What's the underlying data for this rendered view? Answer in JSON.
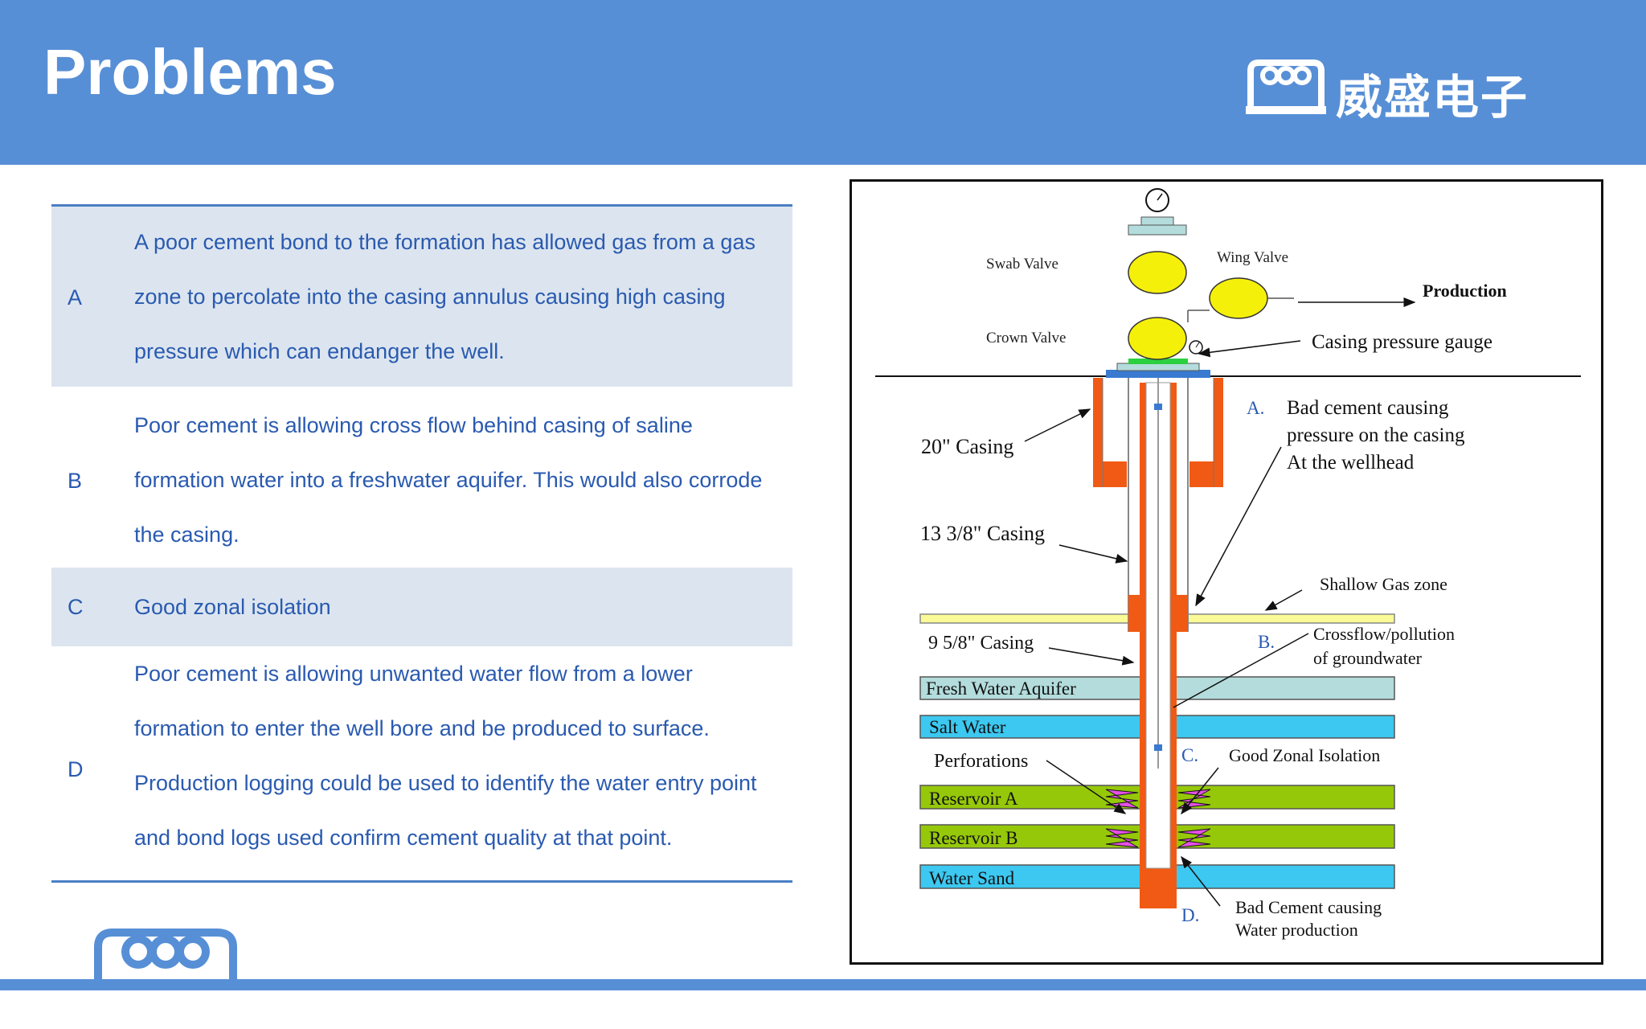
{
  "header": {
    "title": "Problems",
    "logo_text": "威盛电子"
  },
  "rows": [
    {
      "letter": "A",
      "text": "A poor cement bond to the formation has allowed gas from a gas zone to percolate into the casing annulus causing high casing pressure which can endanger the well."
    },
    {
      "letter": "B",
      "text": "Poor cement is allowing cross flow behind casing of saline formation water into a freshwater aquifer. This would also corrode the casing."
    },
    {
      "letter": "C",
      "text": "Good zonal isolation"
    },
    {
      "letter": "D",
      "text": "Poor cement is allowing unwanted water flow from a lower formation to enter the well bore and be produced to surface. Production logging could be used to identify the water entry point and bond logs used confirm cement quality at that point."
    }
  ],
  "diagram": {
    "labels": {
      "swab_valve": "Swab Valve",
      "wing_valve": "Wing Valve",
      "production": "Production",
      "crown_valve": "Crown Valve",
      "casing_pressure_gauge": "Casing pressure gauge",
      "casing_20": "20\" Casing",
      "casing_13": "13 3/8\" Casing",
      "casing_9": "9 5/8\" Casing",
      "shallow_gas": "Shallow Gas zone",
      "fresh_water": "Fresh Water Aquifer",
      "salt_water": "Salt Water",
      "perforations": "Perforations",
      "reservoir_a": "Reservoir A",
      "reservoir_b": "Reservoir B",
      "water_sand": "Water Sand"
    },
    "annotations": {
      "a_letter": "A.",
      "a_line1": "Bad cement causing",
      "a_line2": "pressure on the casing",
      "a_line3": "At the wellhead",
      "b_letter": "B.",
      "b_line1": "Crossflow/pollution",
      "b_line2": "of groundwater",
      "c_letter": "C.",
      "c_line1": "Good Zonal Isolation",
      "d_letter": "D.",
      "d_line1": "Bad Cement causing",
      "d_line2": "Water production"
    },
    "colors": {
      "valve": "#f5f00a",
      "casing": "#f05a14",
      "gas_zone": "#fafa96",
      "fresh_water": "#b4dcdc",
      "salt_water": "#3cc8f0",
      "reservoir": "#96c80a",
      "perforation": "#e650e6"
    }
  }
}
